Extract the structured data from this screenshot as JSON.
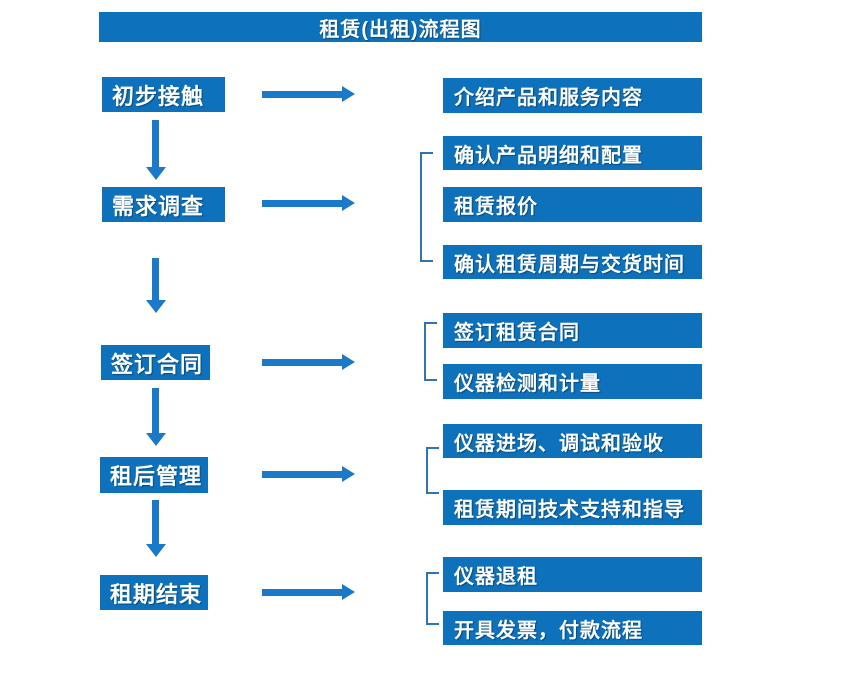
{
  "title": "租赁(出租)流程图",
  "colors": {
    "box_fill": "#0d71bc",
    "arrow_fill": "#1a79c8",
    "bracket_line": "#2e75b6",
    "text": "#ffffff",
    "background": "#ffffff"
  },
  "stages": [
    {
      "label": "初步接触",
      "targets": [
        "介绍产品和服务内容"
      ]
    },
    {
      "label": "需求调查",
      "targets": [
        "确认产品明细和配置",
        "租赁报价",
        "确认租赁周期与交货时间"
      ]
    },
    {
      "label": "签订合同",
      "targets": [
        "签订租赁合同",
        "仪器检测和计量"
      ]
    },
    {
      "label": "租后管理",
      "targets": [
        "仪器进场、调试和验收",
        "租赁期间技术支持和指导"
      ]
    },
    {
      "label": "租期结束",
      "targets": [
        "仪器退租",
        "开具发票，付款流程"
      ]
    }
  ]
}
